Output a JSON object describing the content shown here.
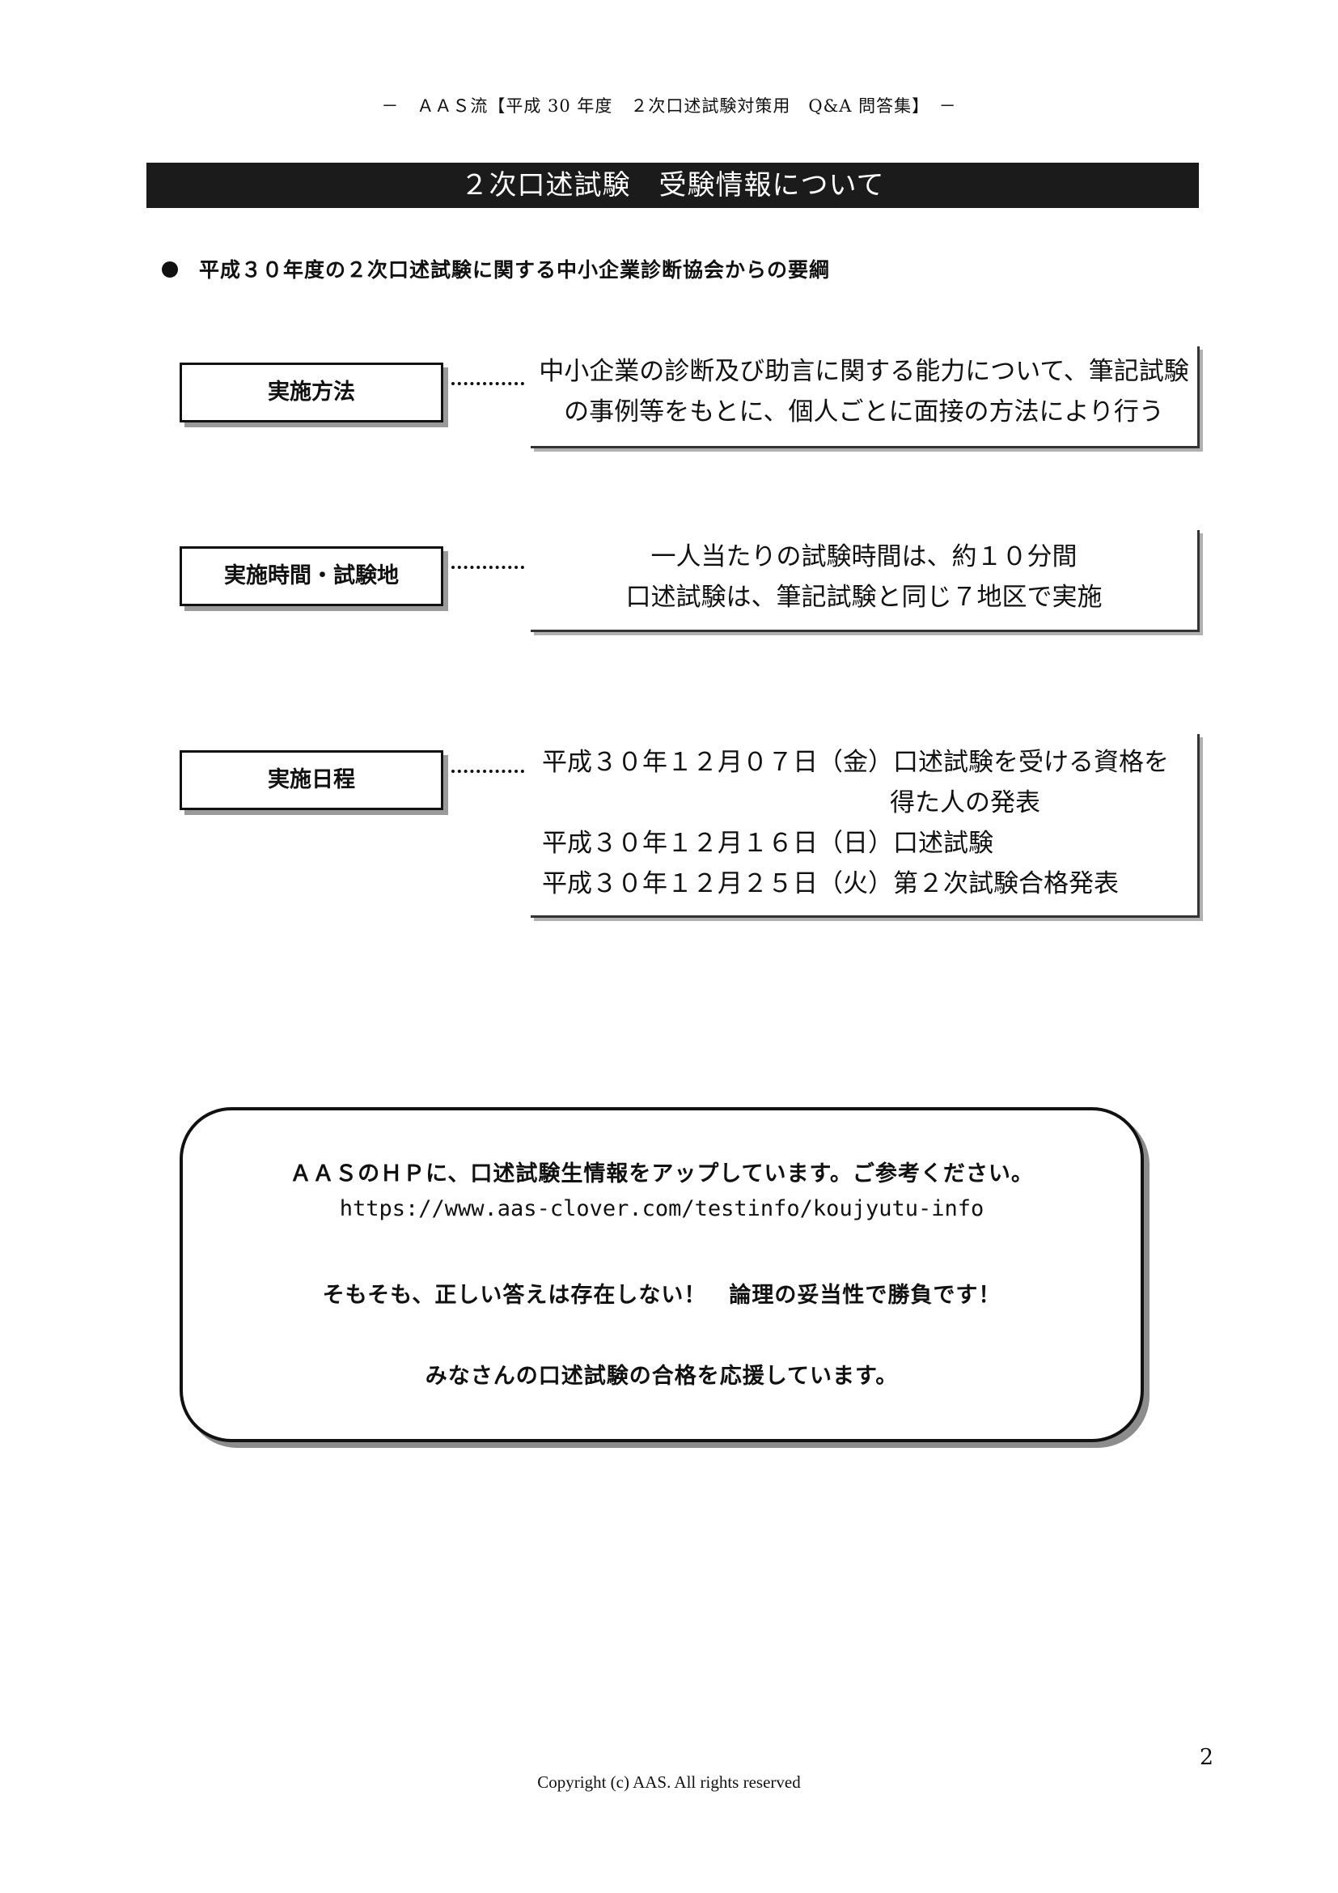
{
  "header": "－　ＡＡＳ流【平成 30 年度　２次口述試験対策用　Q&A 問答集】　－",
  "title": "２次口述試験　受験情報について",
  "bullet_heading": "平成３０年度の２次口述試験に関する中小企業診断協会からの要綱",
  "sections": [
    {
      "label": "実施方法",
      "lines": [
        "中小企業の診断及び助言に関する能力について、筆記試験",
        "の事例等をもとに、個人ごとに面接の方法により行う"
      ]
    },
    {
      "label": "実施時間・試験地",
      "lines": [
        "一人当たりの試験時間は、約１０分間",
        "口述試験は、筆記試験と同じ７地区で実施"
      ]
    },
    {
      "label": "実施日程",
      "lines": [
        "平成３０年１２月０７日（金）口述試験を受ける資格を",
        "得た人の発表",
        "平成３０年１２月１６日（日）口述試験",
        "平成３０年１２月２５日（火）第２次試験合格発表"
      ]
    }
  ],
  "notice": {
    "line1": "ＡＡＳのＨＰに、口述試験生情報をアップしています。ご参考ください。",
    "url": "https://www.aas-clover.com/testinfo/koujyutu-info",
    "line3": "そもそも、正しい答えは存在しない！　論理の妥当性で勝負です！",
    "line4": "みなさんの口述試験の合格を応援しています。"
  },
  "page_number": "2",
  "copyright": "Copyright (c) AAS. All rights reserved"
}
